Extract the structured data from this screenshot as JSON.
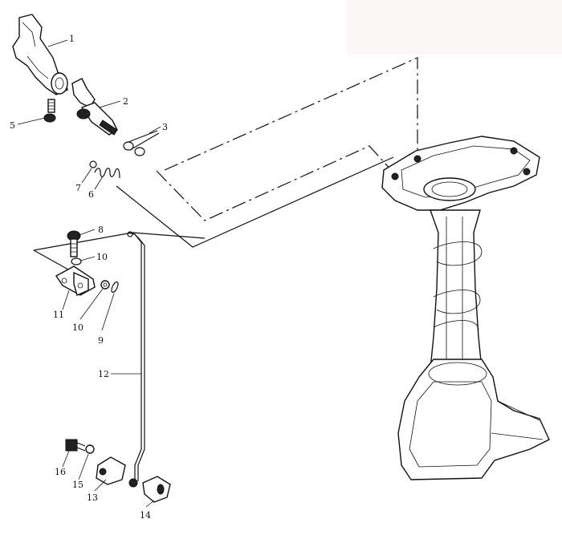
{
  "diagram": {
    "callouts": [
      {
        "id": "c1",
        "label": "1"
      },
      {
        "id": "c2",
        "label": "2"
      },
      {
        "id": "c3",
        "label": "3"
      },
      {
        "id": "c5",
        "label": "5"
      },
      {
        "id": "c6",
        "label": "6"
      },
      {
        "id": "c7",
        "label": "7"
      },
      {
        "id": "c8",
        "label": "8"
      },
      {
        "id": "c10a",
        "label": "10"
      },
      {
        "id": "c10b",
        "label": "10"
      },
      {
        "id": "c9",
        "label": "9"
      },
      {
        "id": "c11",
        "label": "11"
      },
      {
        "id": "c12",
        "label": "12"
      },
      {
        "id": "c13",
        "label": "13"
      },
      {
        "id": "c14",
        "label": "14"
      },
      {
        "id": "c15",
        "label": "15"
      },
      {
        "id": "c16",
        "label": "16"
      }
    ]
  }
}
